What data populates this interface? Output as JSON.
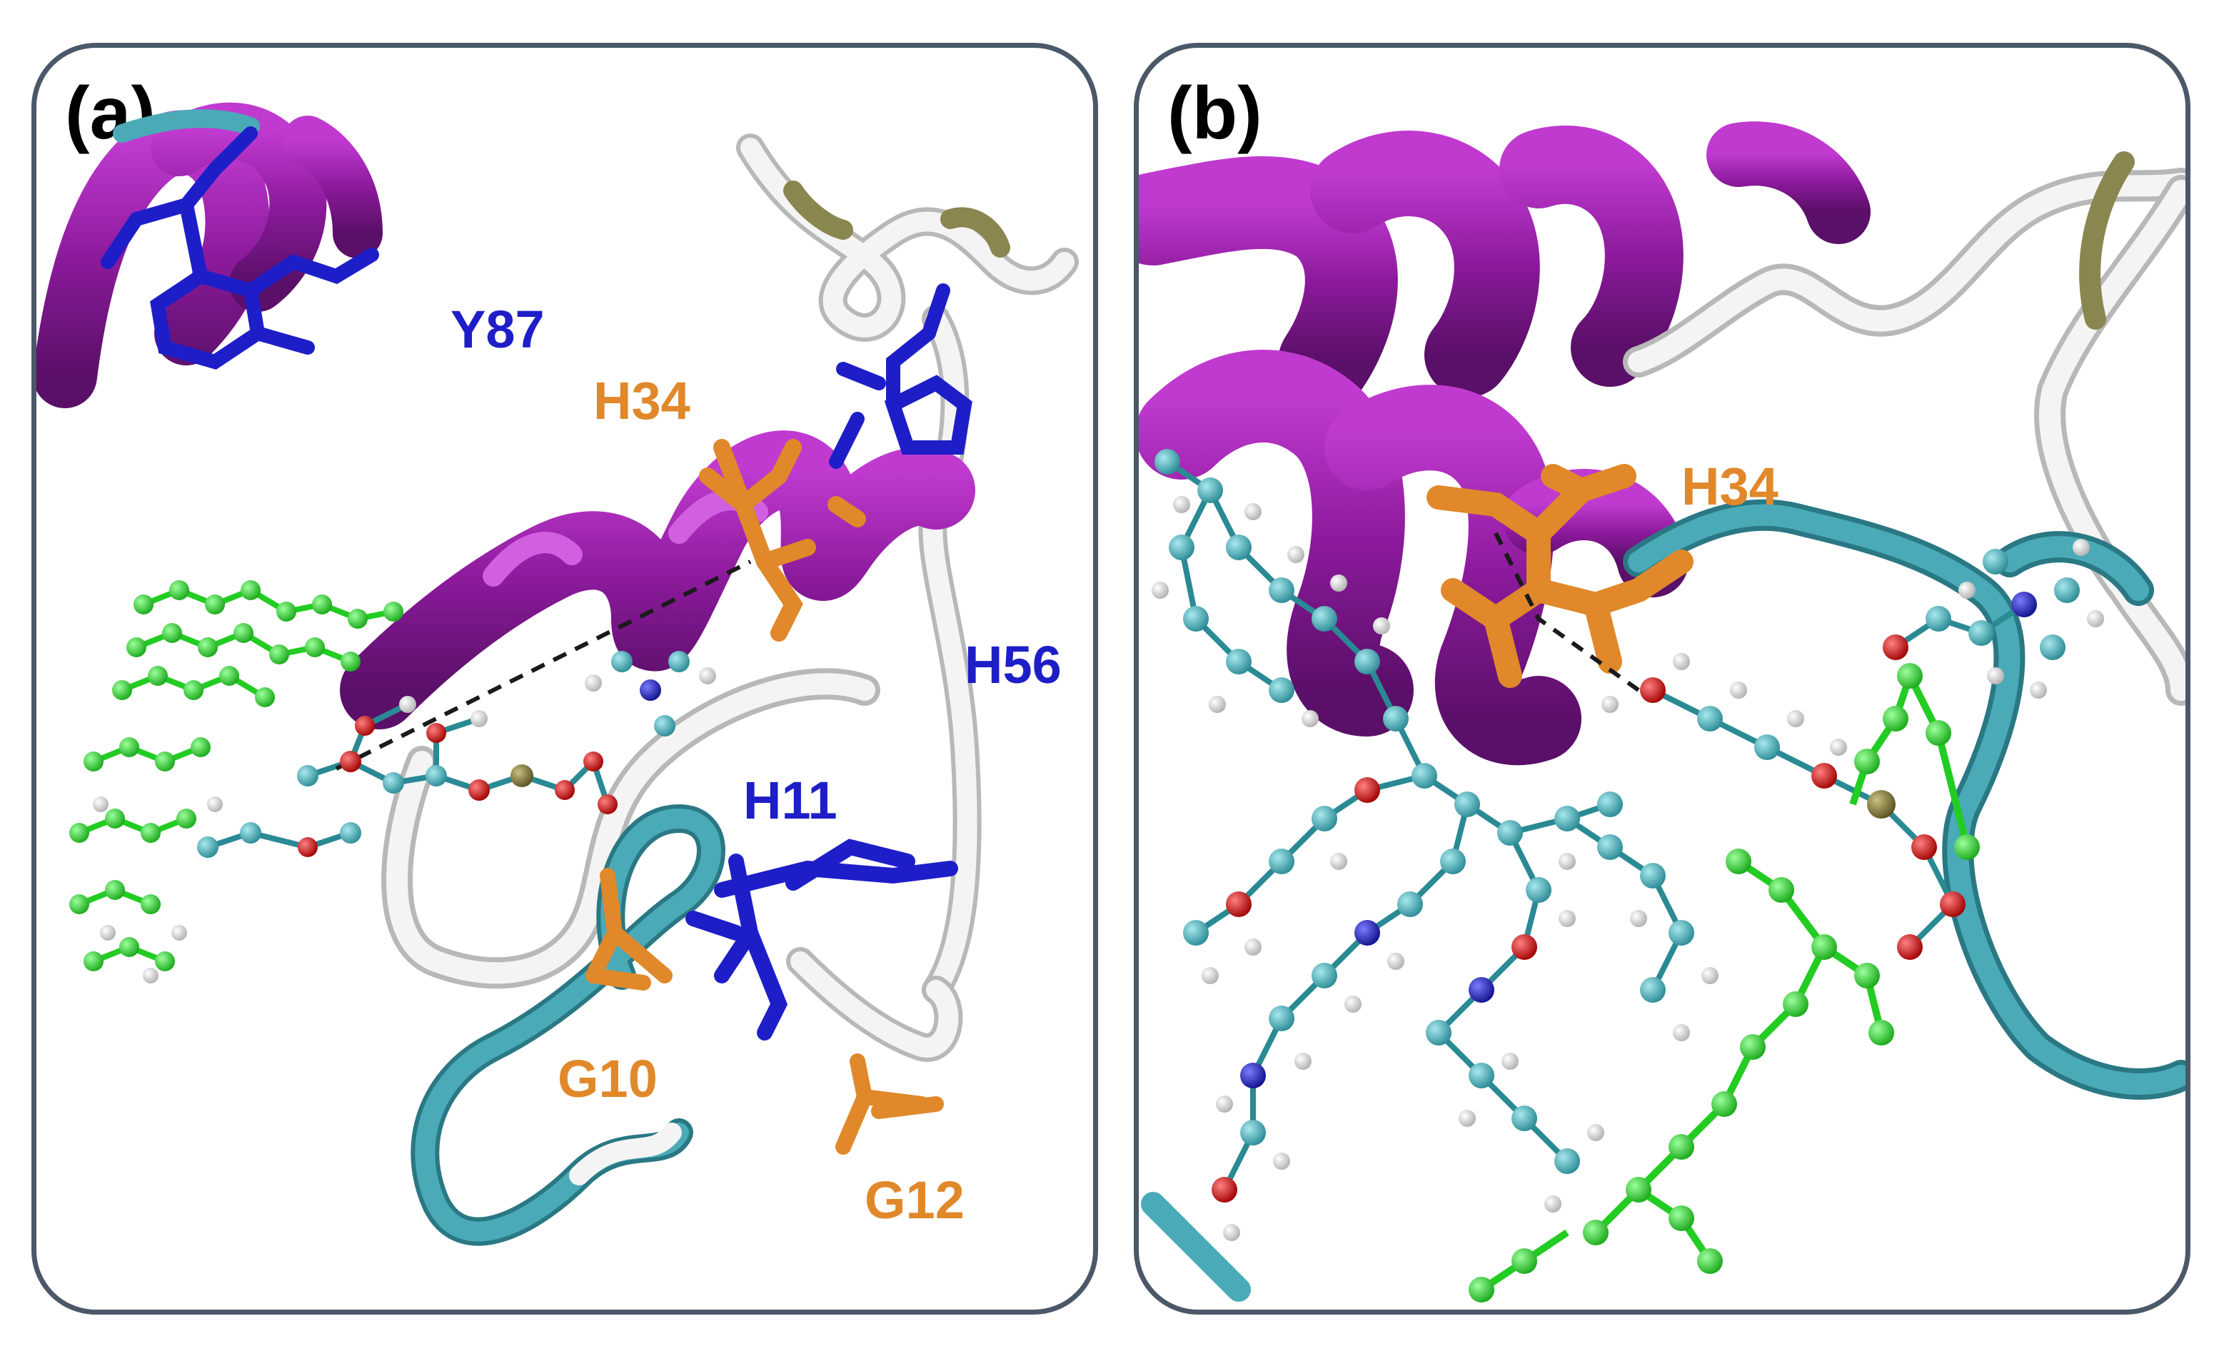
{
  "figure": {
    "panels": [
      {
        "id": "a",
        "label": "(a)",
        "residues": [
          {
            "name": "Y87",
            "color": "#1e1ec8"
          },
          {
            "name": "H34",
            "color": "#e0882a"
          },
          {
            "name": "H56",
            "color": "#1e1ec8"
          },
          {
            "name": "H11",
            "color": "#1e1ec8"
          },
          {
            "name": "G10",
            "color": "#e0882a"
          },
          {
            "name": "G12",
            "color": "#e0882a"
          }
        ]
      },
      {
        "id": "b",
        "label": "(b)",
        "residues": [
          {
            "name": "H34",
            "color": "#e0882a"
          }
        ]
      }
    ]
  },
  "colors": {
    "helix": "#8b1a9b",
    "coil_white": "#f0f0f0",
    "coil_teal": "#4aaab8",
    "blue_residue": "#1e1ec8",
    "orange_residue": "#e0882a",
    "lipid_tail": "#22cc22",
    "carbon": "#3aa6b0",
    "oxygen": "#cc0000",
    "nitrogen": "#1a1ad0",
    "hydrogen": "#f4f4f4",
    "phosphorus": "#7a7030"
  }
}
